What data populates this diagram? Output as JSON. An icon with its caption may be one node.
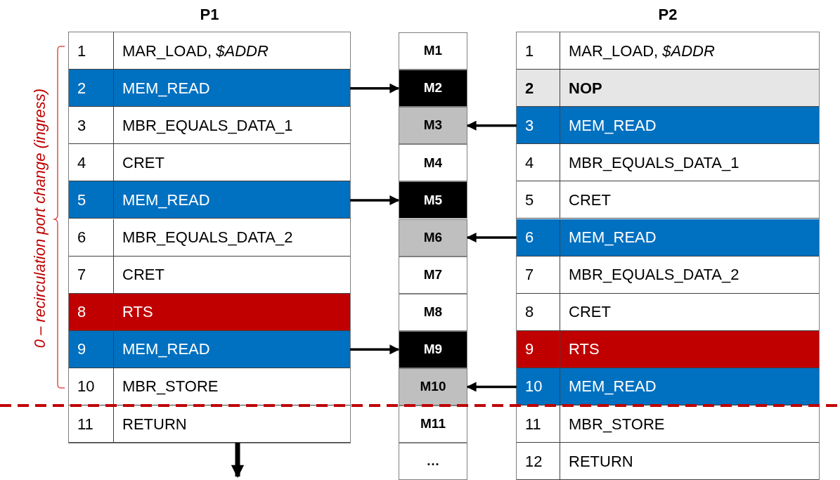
{
  "diagram": {
    "nodes": [
      {
        "text": [
          "P1"
        ]
      },
      {
        "text": [
          "1",
          "MAR_LOAD, *$ADDR*"
        ],
        "in": 0
      },
      {
        "text": [
          "2",
          "MEM_READ"
        ],
        "in": 0
      },
      {
        "text": [
          "3",
          "MBR_EQUALS_DATA_1"
        ],
        "in": 0
      },
      {
        "text": [
          "4",
          "CRET"
        ],
        "in": 0
      },
      {
        "text": [
          "5",
          "MEM_READ"
        ],
        "in": 0
      },
      {
        "text": [
          "6",
          "MBR_EQUALS_DATA_2"
        ],
        "in": 0
      },
      {
        "text": [
          "7",
          "CRET"
        ],
        "in": 0
      },
      {
        "text": [
          "8",
          "RTS"
        ],
        "in": 0
      },
      {
        "text": [
          "9",
          "MEM_READ"
        ],
        "in": 0
      },
      {
        "text": [
          "10",
          "MBR_STORE"
        ],
        "in": 0
      },
      {
        "text": [
          "11",
          "RETURN"
        ],
        "in": 0
      },
      {
        "text": [
          "M1"
        ]
      },
      {
        "text": [
          "M2"
        ]
      },
      {
        "text": [
          "M3"
        ]
      },
      {
        "text": [
          "M4"
        ]
      },
      {
        "text": [
          "M5"
        ]
      },
      {
        "text": [
          "M6"
        ]
      },
      {
        "text": [
          "M7"
        ]
      },
      {
        "text": [
          "M8"
        ]
      },
      {
        "text": [
          "M9"
        ]
      },
      {
        "text": [
          "M10"
        ]
      },
      {
        "text": [
          "M11"
        ]
      },
      {
        "text": [
          "…"
        ]
      },
      {
        "text": [
          "P2"
        ]
      },
      {
        "text": [
          "1",
          "MAR_LOAD, *$ADDR*"
        ],
        "in": 24
      },
      {
        "text": [
          "2",
          "NOP"
        ],
        "in": 24
      },
      {
        "text": [
          "3",
          "MEM_READ"
        ],
        "in": 24
      },
      {
        "text": [
          "4",
          "MBR_EQUALS_DATA_1"
        ],
        "in": 24
      },
      {
        "text": [
          "5",
          "CRET"
        ],
        "in": 24
      },
      {
        "text": [
          "6",
          "MEM_READ"
        ],
        "in": 24
      },
      {
        "text": [
          "7",
          "MBR_EQUALS_DATA_2"
        ],
        "in": 24
      },
      {
        "text": [
          "8",
          "CRET"
        ],
        "in": 24
      },
      {
        "text": [
          "9",
          "RTS"
        ],
        "in": 24
      },
      {
        "text": [
          "10",
          "MEM_READ"
        ],
        "in": 24
      },
      {
        "text": [
          "11",
          "MBR_STORE"
        ],
        "in": 24
      },
      {
        "text": [
          "12",
          "RETURN"
        ],
        "in": 24
      }
    ],
    "edges": [
      {
        "from": 2,
        "to": 13,
        "arrow": "to"
      },
      {
        "from": 27,
        "to": 14,
        "arrow": "to"
      },
      {
        "from": 5,
        "to": 16,
        "arrow": "to"
      },
      {
        "from": 30,
        "to": 17,
        "arrow": "to"
      },
      {
        "from": 9,
        "to": 20,
        "arrow": "to"
      },
      {
        "from": 34,
        "to": 21,
        "arrow": "to"
      },
      {
        "from": 11,
        "to": null,
        "arrow": "to",
        "style": "thick"
      }
    ],
    "labels": [
      "0 – recirculation port change (ingress)"
    ]
  }
}
